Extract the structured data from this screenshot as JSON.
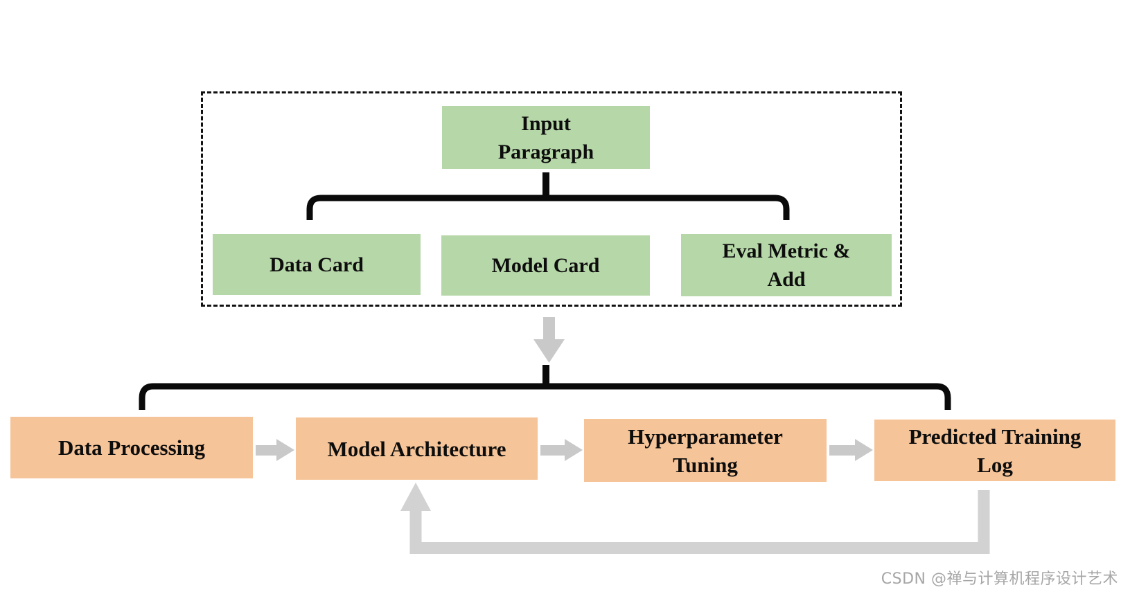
{
  "nodes": {
    "input_paragraph": {
      "line1": "Input",
      "line2": "Paragraph"
    },
    "data_card": {
      "line1": "Data Card"
    },
    "model_card": {
      "line1": "Model Card"
    },
    "eval_metric": {
      "line1": "Eval Metric &",
      "line2": "Add"
    },
    "data_processing": {
      "line1": "Data Processing"
    },
    "model_architecture": {
      "line1": "Model Architecture"
    },
    "hyperparameter_tuning": {
      "line1": "Hyperparameter",
      "line2": "Tuning"
    },
    "predicted_training_log": {
      "line1": "Predicted Training",
      "line2": "Log"
    }
  },
  "watermark": "CSDN @禅与计算机程序设计艺术",
  "colors": {
    "green_box": "#b6d7a8",
    "orange_box": "#f6c499",
    "arrow_gray": "#c9c9c9",
    "loop_gray": "#d2d2d2",
    "line_black": "#0a0a0a",
    "watermark_gray": "#a6a6a6",
    "text_black": "#0d0d0d"
  }
}
